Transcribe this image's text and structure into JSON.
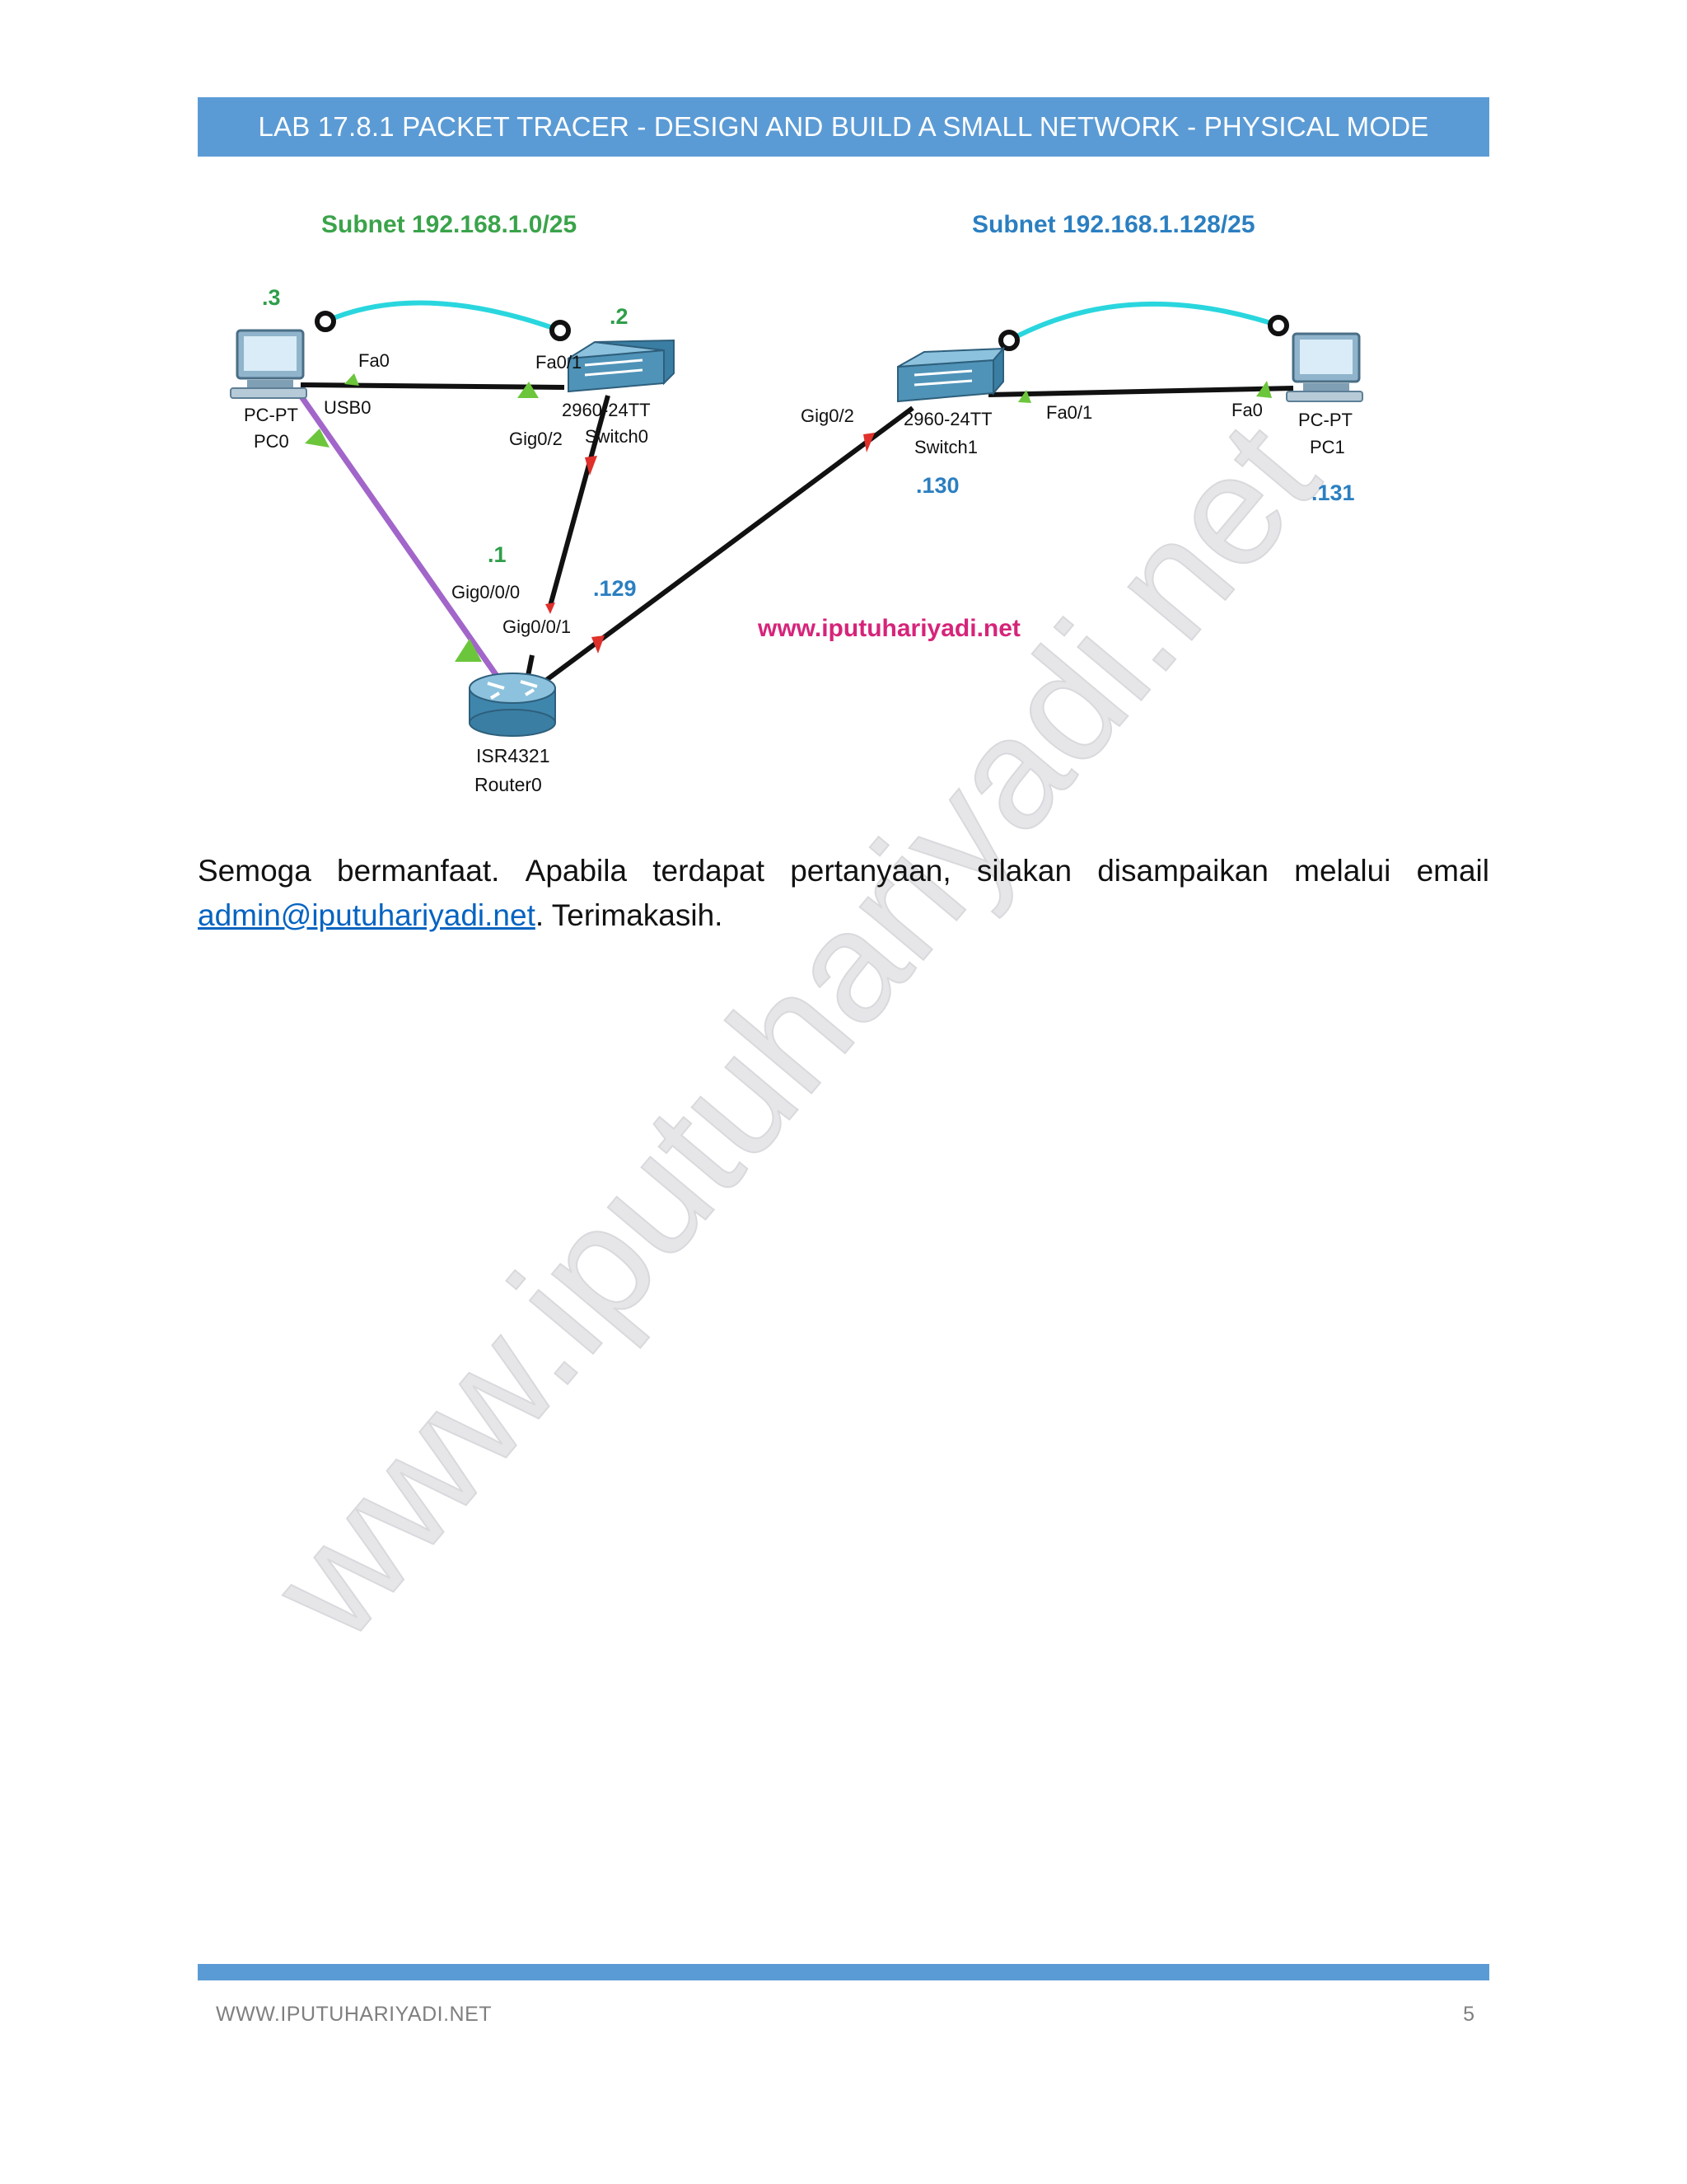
{
  "header": {
    "title": "LAB 17.8.1 PACKET TRACER - DESIGN AND BUILD A SMALL NETWORK - PHYSICAL MODE"
  },
  "diagram": {
    "subnet_left": "Subnet 192.168.1.0/25",
    "subnet_right": "Subnet 192.168.1.128/25",
    "pc0": {
      "addr": ".3",
      "type": "PC-PT",
      "name": "PC0",
      "port_fa": "Fa0",
      "port_usb": "USB0"
    },
    "switch0": {
      "addr": ".2",
      "model": "2960-24TT",
      "name": "Switch0",
      "port_fa": "Fa0/1",
      "port_gig": "Gig0/2"
    },
    "router0": {
      "addr_left": ".1",
      "addr_right": ".129",
      "port_left": "Gig0/0/0",
      "port_right": "Gig0/0/1",
      "model": "ISR4321",
      "name": "Router0"
    },
    "switch1": {
      "addr": ".130",
      "model": "2960-24TT",
      "name": "Switch1",
      "port_gig": "Gig0/2",
      "port_fa": "Fa0/1"
    },
    "pc1": {
      "addr": ".131",
      "type": "PC-PT",
      "name": "PC1",
      "port_fa": "Fa0"
    },
    "website": "www.iputuhariyadi.net",
    "colors": {
      "subnet_left": "#3aa34a",
      "subnet_right": "#2b7fc1",
      "addr_left": "#2f9e4a",
      "addr_right": "#2b7fc1",
      "website": "#d6247a",
      "console_cable": "#2ad6de",
      "usb_cable": "#a265c9",
      "link": "#111111",
      "up_marker": "#6cc63c",
      "down_marker": "#e0302b"
    }
  },
  "watermark": {
    "text": "www.iputuhariyadi.net"
  },
  "body": {
    "line1_words": [
      "Semoga",
      "bermanfaat.",
      "Apabila",
      "terdapat",
      "pertanyaan,",
      "silakan",
      "disampaikan",
      "melalui",
      "email"
    ],
    "email": "admin@iputuhariyadi.net",
    "closing": ". Terimakasih."
  },
  "footer": {
    "website": "WWW.IPUTUHARIYADI.NET",
    "page_number": "5"
  }
}
